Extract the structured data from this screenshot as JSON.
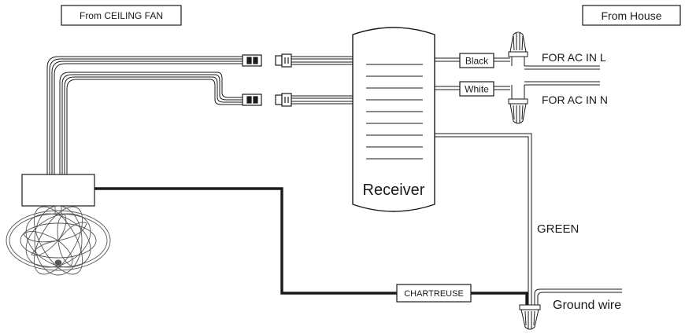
{
  "labels": {
    "from_ceiling_fan": "From CEILING FAN",
    "from_house": "From House",
    "black": "Black",
    "white": "White",
    "for_ac_in_l": "FOR AC IN L",
    "for_ac_in_n": "FOR AC IN N",
    "receiver": "Receiver",
    "green": "GREEN",
    "chartreuse": "CHARTREUSE",
    "ground_wire": "Ground wire"
  },
  "colors": {
    "line": "#1a1a1a",
    "background": "#ffffff"
  }
}
